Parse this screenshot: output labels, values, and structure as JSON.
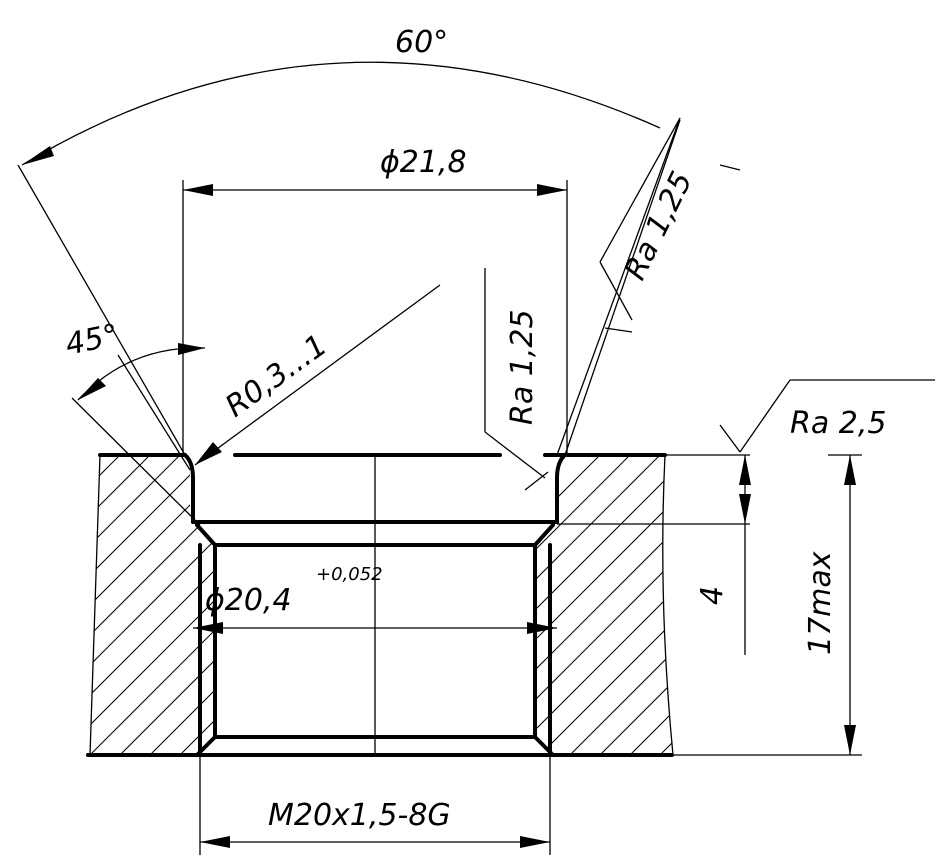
{
  "dimensions": {
    "angle_top": "60°",
    "angle_chamfer": "45°",
    "diameter_top": "ϕ21,8",
    "radius": "R0,3...1",
    "diameter_bore": "ϕ20,4",
    "tolerance": "+0,052",
    "thread": "M20x1,5-8G",
    "depth_chamfer": "4",
    "depth_max": "17max"
  },
  "roughness": {
    "ra_left": "Ra 1,25",
    "ra_right": "Ra 1,25",
    "ra_side": "Ra 2,5"
  }
}
